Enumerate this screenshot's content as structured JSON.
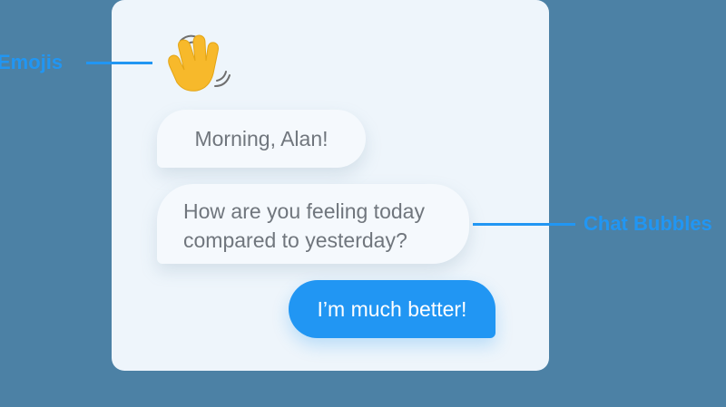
{
  "card": {
    "emoji": {
      "name": "waving-hand"
    },
    "messages": [
      {
        "lines": [
          "Morning, Alan!"
        ],
        "sender": "other"
      },
      {
        "lines": [
          "How are you feeling today",
          "compared to yesterday?"
        ],
        "sender": "other"
      },
      {
        "lines": [
          "I’m much better!"
        ],
        "sender": "me"
      }
    ]
  },
  "callouts": {
    "emojis_label": "Emojis",
    "chat_bubbles_label": "Chat Bubbles"
  },
  "colors": {
    "background": "#4c81a5",
    "card": "#eef5fb",
    "accent": "#2196f3",
    "bubble_text": "#70767d"
  }
}
